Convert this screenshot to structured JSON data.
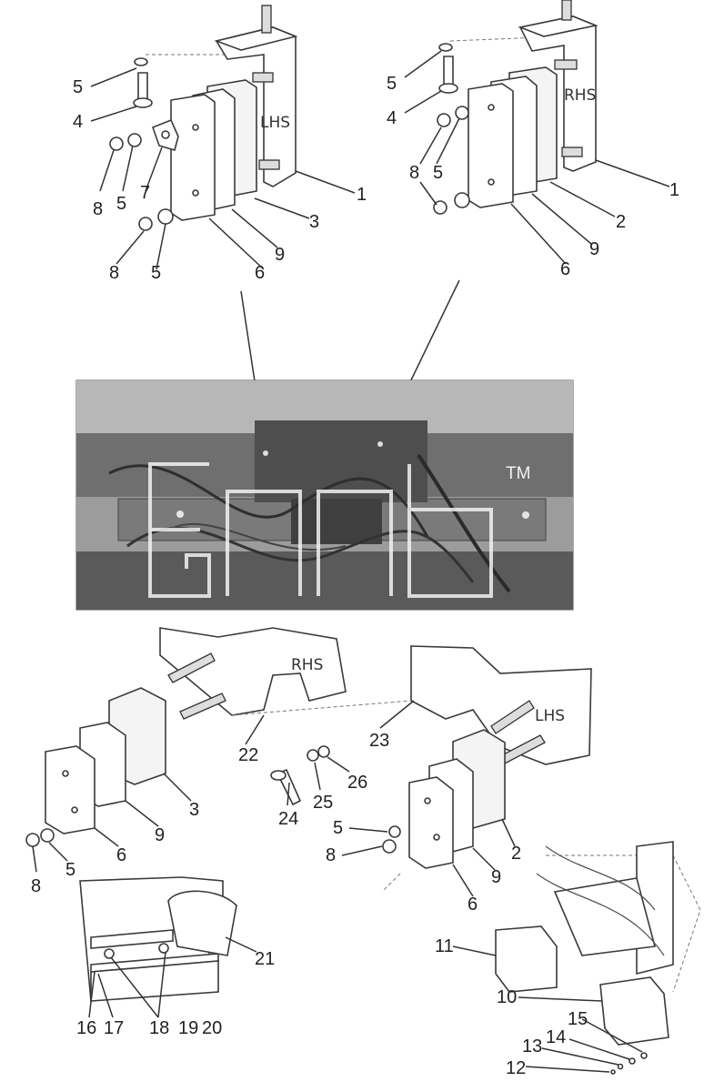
{
  "labels": {
    "top_left_side": "LHS",
    "top_right_side": "RHS",
    "bottom_left_side": "RHS",
    "bottom_right_side": "LHS",
    "trademark": "TM"
  },
  "callouts": {
    "tl_5a": "5",
    "tl_4": "4",
    "tl_8a": "8",
    "tl_5b": "5",
    "tl_7": "7",
    "tl_1": "1",
    "tl_3": "3",
    "tl_9": "9",
    "tl_8b": "8",
    "tl_5c": "5",
    "tl_6": "6",
    "tr_5a": "5",
    "tr_4": "4",
    "tr_8": "8",
    "tr_5b": "5",
    "tr_1": "1",
    "tr_2": "2",
    "tr_9": "9",
    "tr_6": "6",
    "b_22": "22",
    "b_23": "23",
    "b_24": "24",
    "b_25": "25",
    "b_26": "26",
    "bl_3": "3",
    "bl_9": "9",
    "bl_6": "6",
    "bl_5": "5",
    "bl_8": "8",
    "br_5": "5",
    "br_8": "8",
    "br_2": "2",
    "br_9": "9",
    "br_6": "6",
    "d_21": "21",
    "d_16": "16",
    "d_17": "17",
    "d_18": "18",
    "d_19": "19",
    "d_20": "20",
    "e_11": "11",
    "e_10": "10",
    "e_15": "15",
    "e_14": "14",
    "e_13": "13",
    "e_12": "12"
  },
  "colors": {
    "line": "#3a3a3a",
    "photo_dark": "#4a4a4a",
    "photo_mid": "#8a8a8a",
    "photo_light": "#b9b9b9"
  }
}
